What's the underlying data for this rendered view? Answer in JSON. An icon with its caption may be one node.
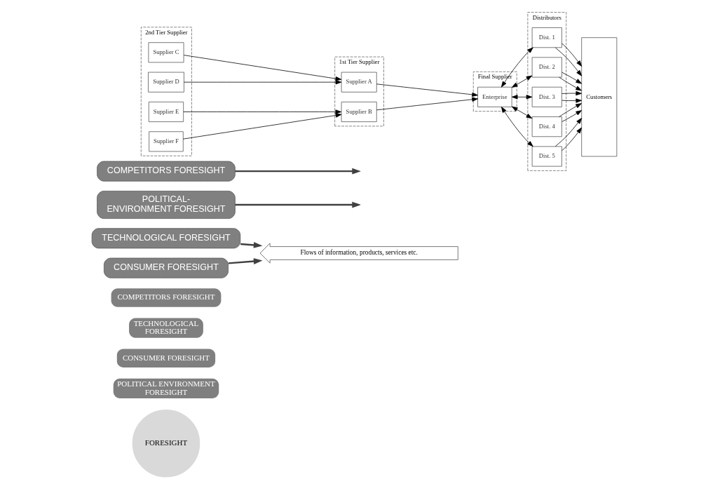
{
  "diagram": {
    "nodes": [
      {
        "text": [
          "FORESIGHT"
        ]
      },
      {
        "text": [
          "POLITICAL ENVIRONMENT FORESIGHT"
        ]
      },
      {
        "text": [
          "CONSUMER FORESIGHT"
        ]
      },
      {
        "text": [
          "TECHNOLOGICAL FORESIGHT"
        ]
      },
      {
        "text": [
          "COMPETITORS FORESIGHT"
        ]
      },
      {
        "text": [
          "TECHNOLOGICAL FORESIGHT"
        ]
      },
      {
        "text": [
          "CONSUMER FORESIGHT"
        ]
      },
      {
        "text": [
          "POLITICAL- ENVIRONMENT FORESIGHT"
        ]
      },
      {
        "text": [
          "COMPETITORS FORESIGHT"
        ]
      },
      {
        "text": [
          "2nd Tier Supplier"
        ]
      },
      {
        "text": [
          "Supplier C"
        ],
        "in": 9
      },
      {
        "text": [
          "Supplier D"
        ],
        "in": 9
      },
      {
        "text": [
          "Supplier E"
        ],
        "in": 9
      },
      {
        "text": [
          "Supplier F"
        ],
        "in": 9
      },
      {
        "text": [
          "1st Tier Supplier"
        ]
      },
      {
        "text": [
          "Supplier A"
        ],
        "in": 14
      },
      {
        "text": [
          "Supplier B"
        ],
        "in": 14
      },
      {
        "text": [
          "Final Supplier"
        ]
      },
      {
        "text": [
          "Enterprise"
        ],
        "in": 17
      },
      {
        "text": [
          "Distributors"
        ]
      },
      {
        "text": [
          "Dist. 1"
        ],
        "in": 19
      },
      {
        "text": [
          "Dist. 2"
        ],
        "in": 19
      },
      {
        "text": [
          "Dist. 3"
        ],
        "in": 19
      },
      {
        "text": [
          "Dist. 4"
        ],
        "in": 19
      },
      {
        "text": [
          "Dist. 5"
        ],
        "in": 19
      },
      {
        "text": [
          "Customers"
        ]
      },
      {
        "text": [
          "Flows of information, products, services etc."
        ]
      }
    ],
    "edges": [
      {
        "from": 10,
        "to": 15,
        "arrow": "to"
      },
      {
        "from": 11,
        "to": 15,
        "arrow": "to"
      },
      {
        "from": 12,
        "to": 16,
        "arrow": "to"
      },
      {
        "from": 13,
        "to": 16,
        "arrow": "to"
      },
      {
        "from": 15,
        "to": 18,
        "arrow": "to"
      },
      {
        "from": 16,
        "to": 18,
        "arrow": "to"
      },
      {
        "from": 18,
        "to": 20,
        "arrow": "both"
      },
      {
        "from": 18,
        "to": 21,
        "arrow": "both"
      },
      {
        "from": 18,
        "to": 22,
        "arrow": "both"
      },
      {
        "from": 18,
        "to": 23,
        "arrow": "both"
      },
      {
        "from": 18,
        "to": 24,
        "arrow": "both"
      },
      {
        "from": 20,
        "to": 25,
        "arrow": "to"
      },
      {
        "from": 20,
        "to": 25,
        "arrow": "to"
      },
      {
        "from": 21,
        "to": 25,
        "arrow": "to"
      },
      {
        "from": 21,
        "to": 25,
        "arrow": "to"
      },
      {
        "from": 22,
        "to": 25,
        "arrow": "to"
      },
      {
        "from": 22,
        "to": 25,
        "arrow": "to"
      },
      {
        "from": 23,
        "to": 25,
        "arrow": "to"
      },
      {
        "from": 23,
        "to": 25,
        "arrow": "to"
      },
      {
        "from": 24,
        "to": 25,
        "arrow": "to"
      },
      {
        "from": 24,
        "to": 25,
        "arrow": "to"
      },
      {
        "from": 5,
        "to": 26,
        "arrow": "to",
        "style": "thick",
        "color": "#404040"
      },
      {
        "from": 6,
        "to": 26,
        "arrow": "to",
        "style": "thick",
        "color": "#404040"
      },
      {
        "from": 7,
        "to": null,
        "arrow": "to",
        "style": "thick",
        "color": "#404040"
      },
      {
        "from": 8,
        "to": null,
        "arrow": "to",
        "style": "thick",
        "color": "#404040"
      }
    ]
  }
}
